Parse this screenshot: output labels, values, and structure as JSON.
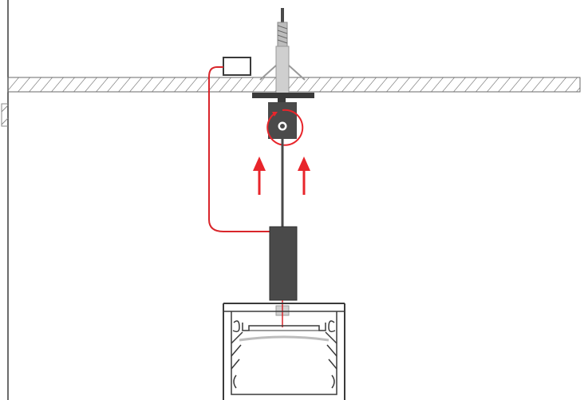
{
  "colors": {
    "background": "#ffffff",
    "outline": "#3a3a3a",
    "hatch": "#8a8a8a",
    "dark_fill": "#4a4a4a",
    "light_grey": "#bdbdbd",
    "cable_red": "#d9262b",
    "arrow_red": "#e8252b"
  },
  "icons": {
    "ceiling": "hatched-ceiling",
    "anchor": "ceiling-anchor-bolt",
    "driver": "power-supply-box",
    "cable": "power-cable",
    "hanger": "suspension-hanger-clamp",
    "rotation": "rotate-circle-icon",
    "arrows": "up-arrow-icon",
    "lamp_box": "led-driver-housing",
    "profile": "aluminium-led-profile"
  }
}
